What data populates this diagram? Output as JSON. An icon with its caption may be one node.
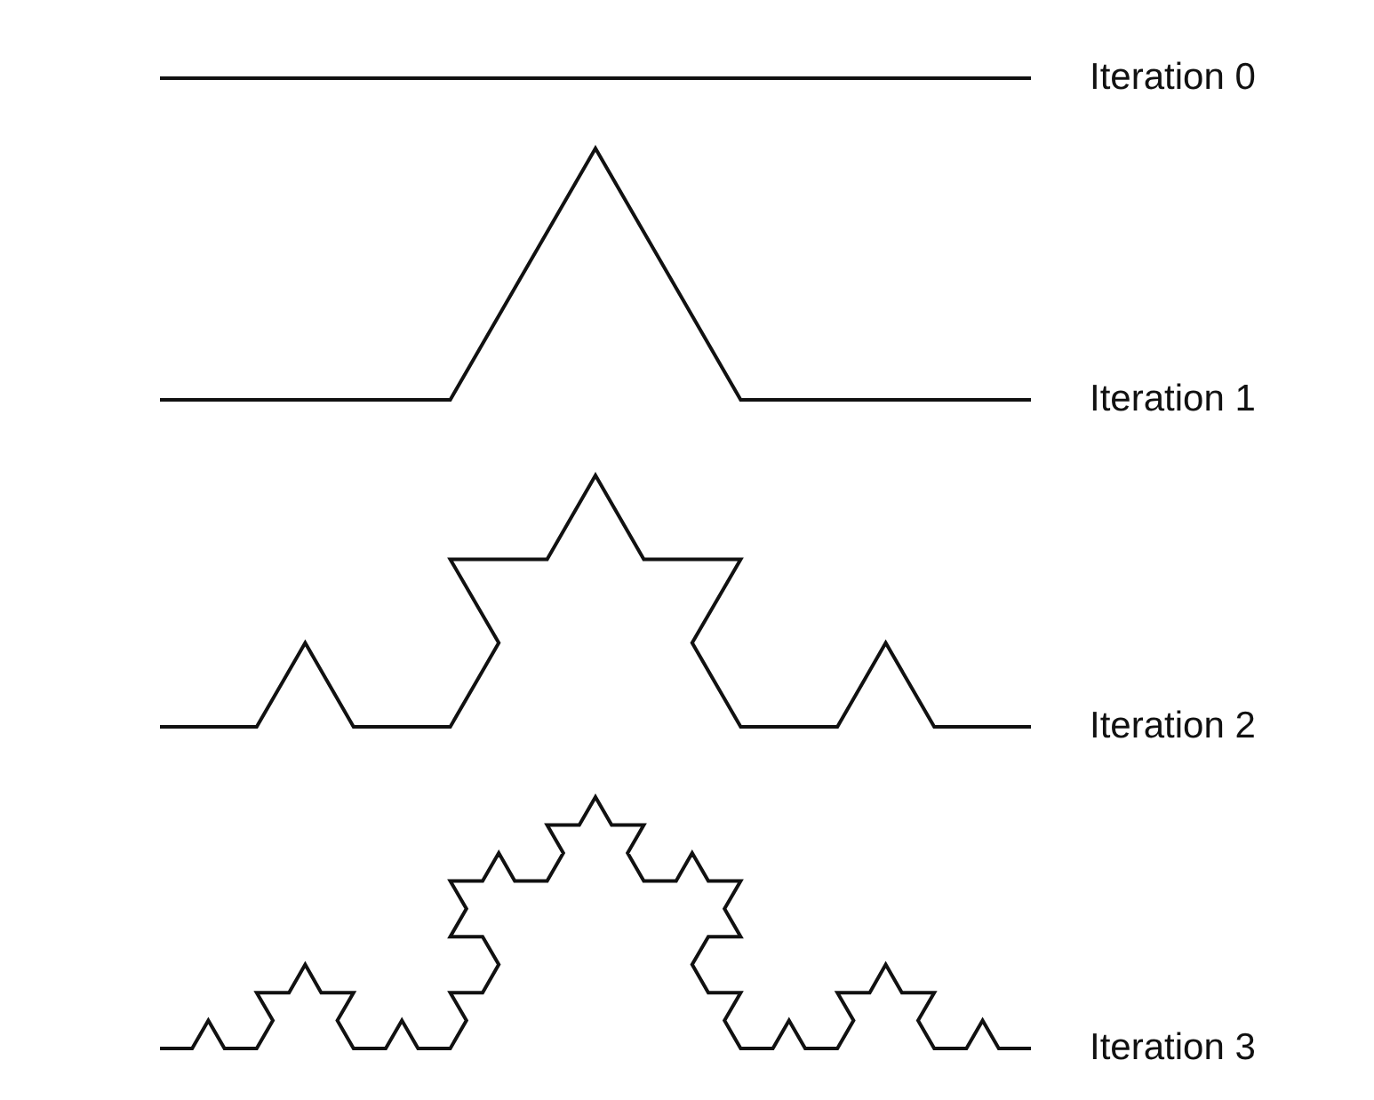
{
  "diagram": {
    "labels": [
      "Iteration 0",
      "Iteration 1",
      "Iteration 2",
      "Iteration 3"
    ]
  }
}
